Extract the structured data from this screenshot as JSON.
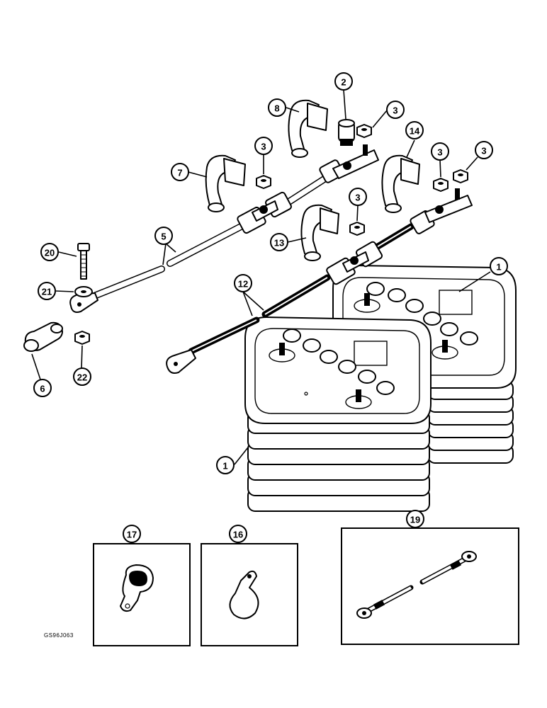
{
  "callouts": [
    {
      "id": "c1a",
      "label": "1"
    },
    {
      "id": "c1b",
      "label": "1"
    },
    {
      "id": "c2",
      "label": "2"
    },
    {
      "id": "c3a",
      "label": "3"
    },
    {
      "id": "c3b",
      "label": "3"
    },
    {
      "id": "c3c",
      "label": "3"
    },
    {
      "id": "c3d",
      "label": "3"
    },
    {
      "id": "c3e",
      "label": "3"
    },
    {
      "id": "c5",
      "label": "5"
    },
    {
      "id": "c6",
      "label": "6"
    },
    {
      "id": "c7",
      "label": "7"
    },
    {
      "id": "c8",
      "label": "8"
    },
    {
      "id": "c12",
      "label": "12"
    },
    {
      "id": "c13",
      "label": "13"
    },
    {
      "id": "c14",
      "label": "14"
    },
    {
      "id": "c16",
      "label": "16"
    },
    {
      "id": "c17",
      "label": "17"
    },
    {
      "id": "c19",
      "label": "19"
    },
    {
      "id": "c20",
      "label": "20"
    },
    {
      "id": "c21",
      "label": "21"
    },
    {
      "id": "c22",
      "label": "22"
    }
  ],
  "doc_code": "GS96J063"
}
